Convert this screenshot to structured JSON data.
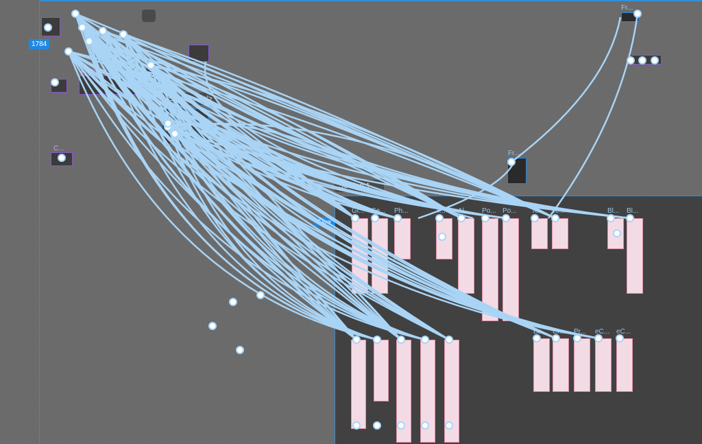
{
  "canvas": {
    "selection_badge": "1784",
    "section_pill": "/Sectio...",
    "code_pill": "</>",
    "component_label": "Compo...",
    "component_label_2": "Comp...",
    "component_label_3": "C...",
    "section1_pill": "Section 1",
    "flow_label": "Flow",
    "top_right_frame": "Fr...",
    "mid_frame": "Fr..."
  },
  "frames_top": [
    "Gl...",
    "Se...",
    "Ph...",
    "4...",
    "Al...",
    "Po...",
    "Po...",
    "Te...",
    "Te...",
    "Bl...",
    "Bl..."
  ],
  "frames_bottom": [
    "Ba...",
    "Cr...",
    "Pr...",
    "eC...",
    "eC..."
  ],
  "colors": {
    "connection": "#a9d4f5",
    "selection": "#1e88e5",
    "component": "#9b6ae0",
    "section_bg": "#414141",
    "canvas_bg": "#6b6b6b"
  }
}
